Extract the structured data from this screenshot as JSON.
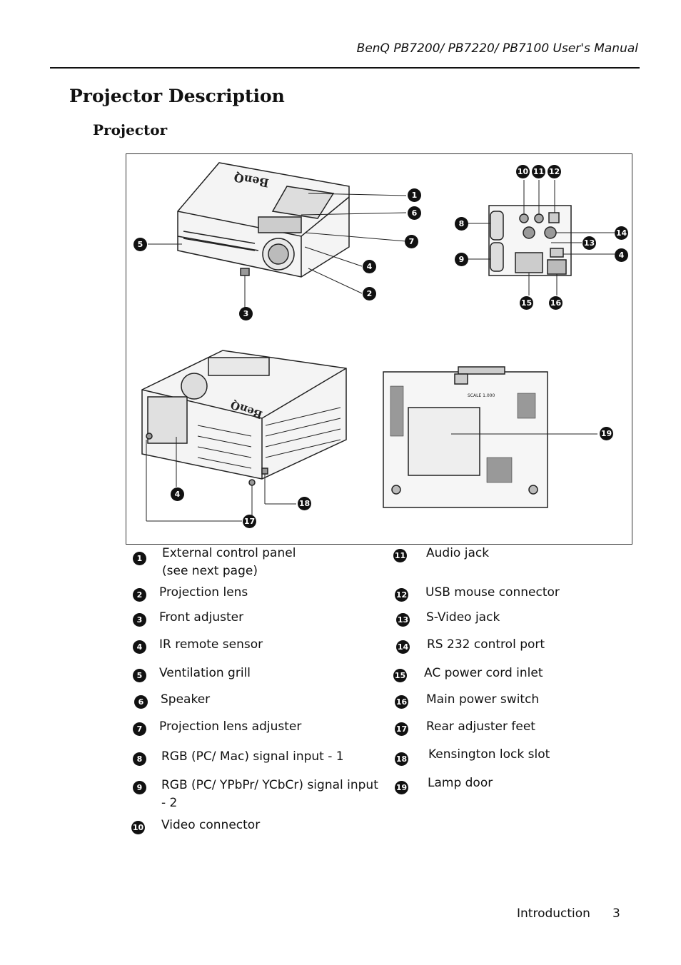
{
  "header": {
    "manual_title": "BenQ PB7200/ PB7220/ PB7100 User's Manual"
  },
  "section_title": "Projector Description",
  "sub_title": "Projector",
  "figure": {
    "brand_label": "BenQ",
    "scale_label": "SCALE 1.000",
    "callouts": [
      "1",
      "2",
      "3",
      "4",
      "5",
      "6",
      "7",
      "8",
      "9",
      "10",
      "11",
      "12",
      "13",
      "14",
      "15",
      "16",
      "17",
      "18",
      "19"
    ]
  },
  "legend": [
    {
      "num": "1",
      "text": "External control panel (see next page)"
    },
    {
      "num": "2",
      "text": "Projection lens"
    },
    {
      "num": "3",
      "text": "Front adjuster"
    },
    {
      "num": "4",
      "text": "IR remote sensor"
    },
    {
      "num": "5",
      "text": "Ventilation grill"
    },
    {
      "num": "6",
      "text": "Speaker"
    },
    {
      "num": "7",
      "text": "Projection lens adjuster"
    },
    {
      "num": "8",
      "text": "RGB (PC/ Mac) signal input - 1"
    },
    {
      "num": "9",
      "text": "RGB (PC/ YPbPr/ YCbCr) signal input - 2"
    },
    {
      "num": "10",
      "text": "Video connector"
    },
    {
      "num": "11",
      "text": "Audio jack"
    },
    {
      "num": "12",
      "text": "USB mouse connector"
    },
    {
      "num": "13",
      "text": "S-Video jack"
    },
    {
      "num": "14",
      "text": "RS 232 control port"
    },
    {
      "num": "15",
      "text": "AC power cord inlet"
    },
    {
      "num": "16",
      "text": "Main power switch"
    },
    {
      "num": "17",
      "text": "Rear adjuster feet"
    },
    {
      "num": "18",
      "text": "Kensington lock slot"
    },
    {
      "num": "19",
      "text": "Lamp door"
    }
  ],
  "footer": {
    "section": "Introduction",
    "page_number": "3"
  }
}
